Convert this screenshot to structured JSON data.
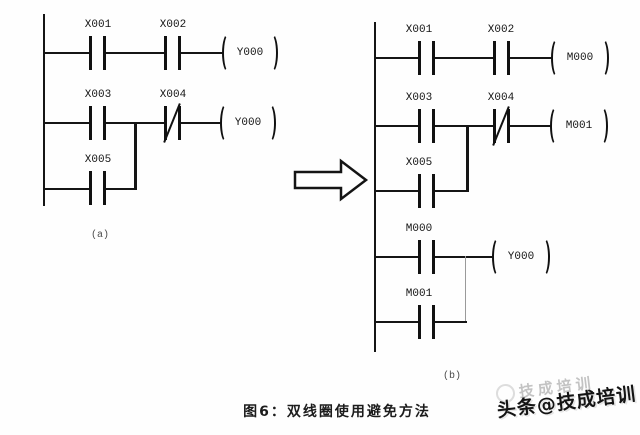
{
  "figure": {
    "caption": "图6：双线圈使用避免方法"
  },
  "diagram_a": {
    "label": "(a)",
    "rung1": {
      "contact1": "X001",
      "contact2": "X002",
      "coil": "Y000"
    },
    "rung2": {
      "contact1": "X003",
      "contact2": "X004",
      "contact2_type": "NC",
      "parallel": "X005",
      "coil": "Y000"
    }
  },
  "diagram_b": {
    "label": "(b)",
    "rung1": {
      "contact1": "X001",
      "contact2": "X002",
      "coil": "M000"
    },
    "rung2": {
      "contact1": "X003",
      "contact2": "X004",
      "contact2_type": "NC",
      "parallel": "X005",
      "coil": "M001"
    },
    "rung3": {
      "contact1": "M000",
      "parallel": "M001",
      "coil": "Y000"
    }
  },
  "watermark": {
    "faint_text": "技成培训",
    "main_text": "头条@技成培训"
  }
}
